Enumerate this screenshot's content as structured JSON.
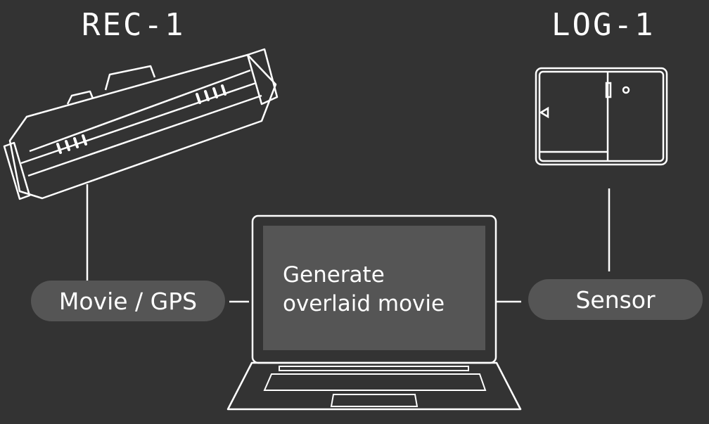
{
  "devices": {
    "rec": {
      "title": "REC-1"
    },
    "log": {
      "title": "LOG-1"
    }
  },
  "labels": {
    "movie_gps": "Movie / GPS",
    "sensor": "Sensor"
  },
  "laptop": {
    "screen_text_line1": "Generate",
    "screen_text_line2": "overlaid movie"
  },
  "colors": {
    "background": "#333333",
    "pill": "#555555",
    "screen": "#555555",
    "stroke": "#ffffff"
  }
}
